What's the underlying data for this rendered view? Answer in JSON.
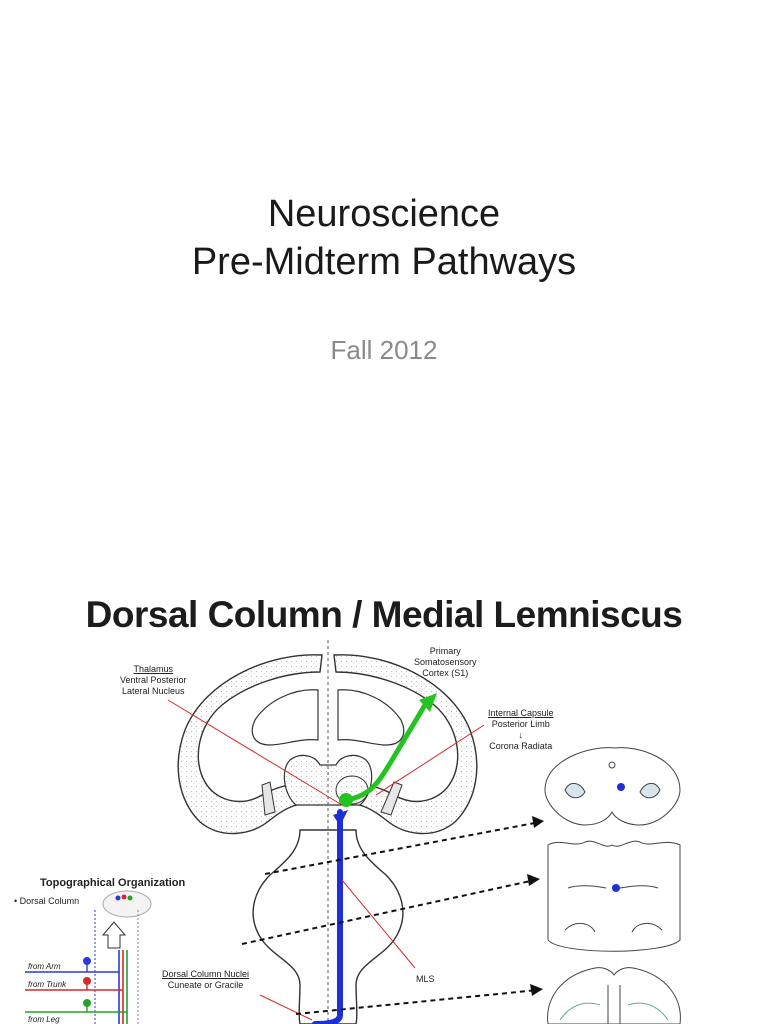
{
  "title_lines": [
    "Neuroscience",
    "Pre-Midterm Pathways"
  ],
  "subtitle": "Fall 2012",
  "diagram": {
    "title": "Dorsal Column / Medial Lemniscus",
    "labels": {
      "thalamus_head": "Thalamus",
      "thalamus_line1": "Ventral Posterior",
      "thalamus_line2": "Lateral Nucleus",
      "cortex_line1": "Primary",
      "cortex_line2": "Somatosensory",
      "cortex_line3": "Cortex (S1)",
      "capsule_head": "Internal Capsule",
      "capsule_line1": "Posterior Limb",
      "capsule_arrow": "↓",
      "capsule_line2": "Corona Radiata",
      "mls": "MLS",
      "dcn_head": "Dorsal Column Nuclei",
      "dcn_line1": "Cuneate or Gracile"
    },
    "topography": {
      "title": "Topographical Organization",
      "item": "• Dorsal Column",
      "from_arm": "from Arm",
      "from_trunk": "from Trunk",
      "from_leg": "from Leg"
    },
    "colors": {
      "pathway_lower": "#1f2fd6",
      "pathway_upper": "#23c41f",
      "pointer": "#d42a2a",
      "arm": "#2a3bd6",
      "trunk": "#d42a2a",
      "leg": "#22a32a"
    }
  }
}
